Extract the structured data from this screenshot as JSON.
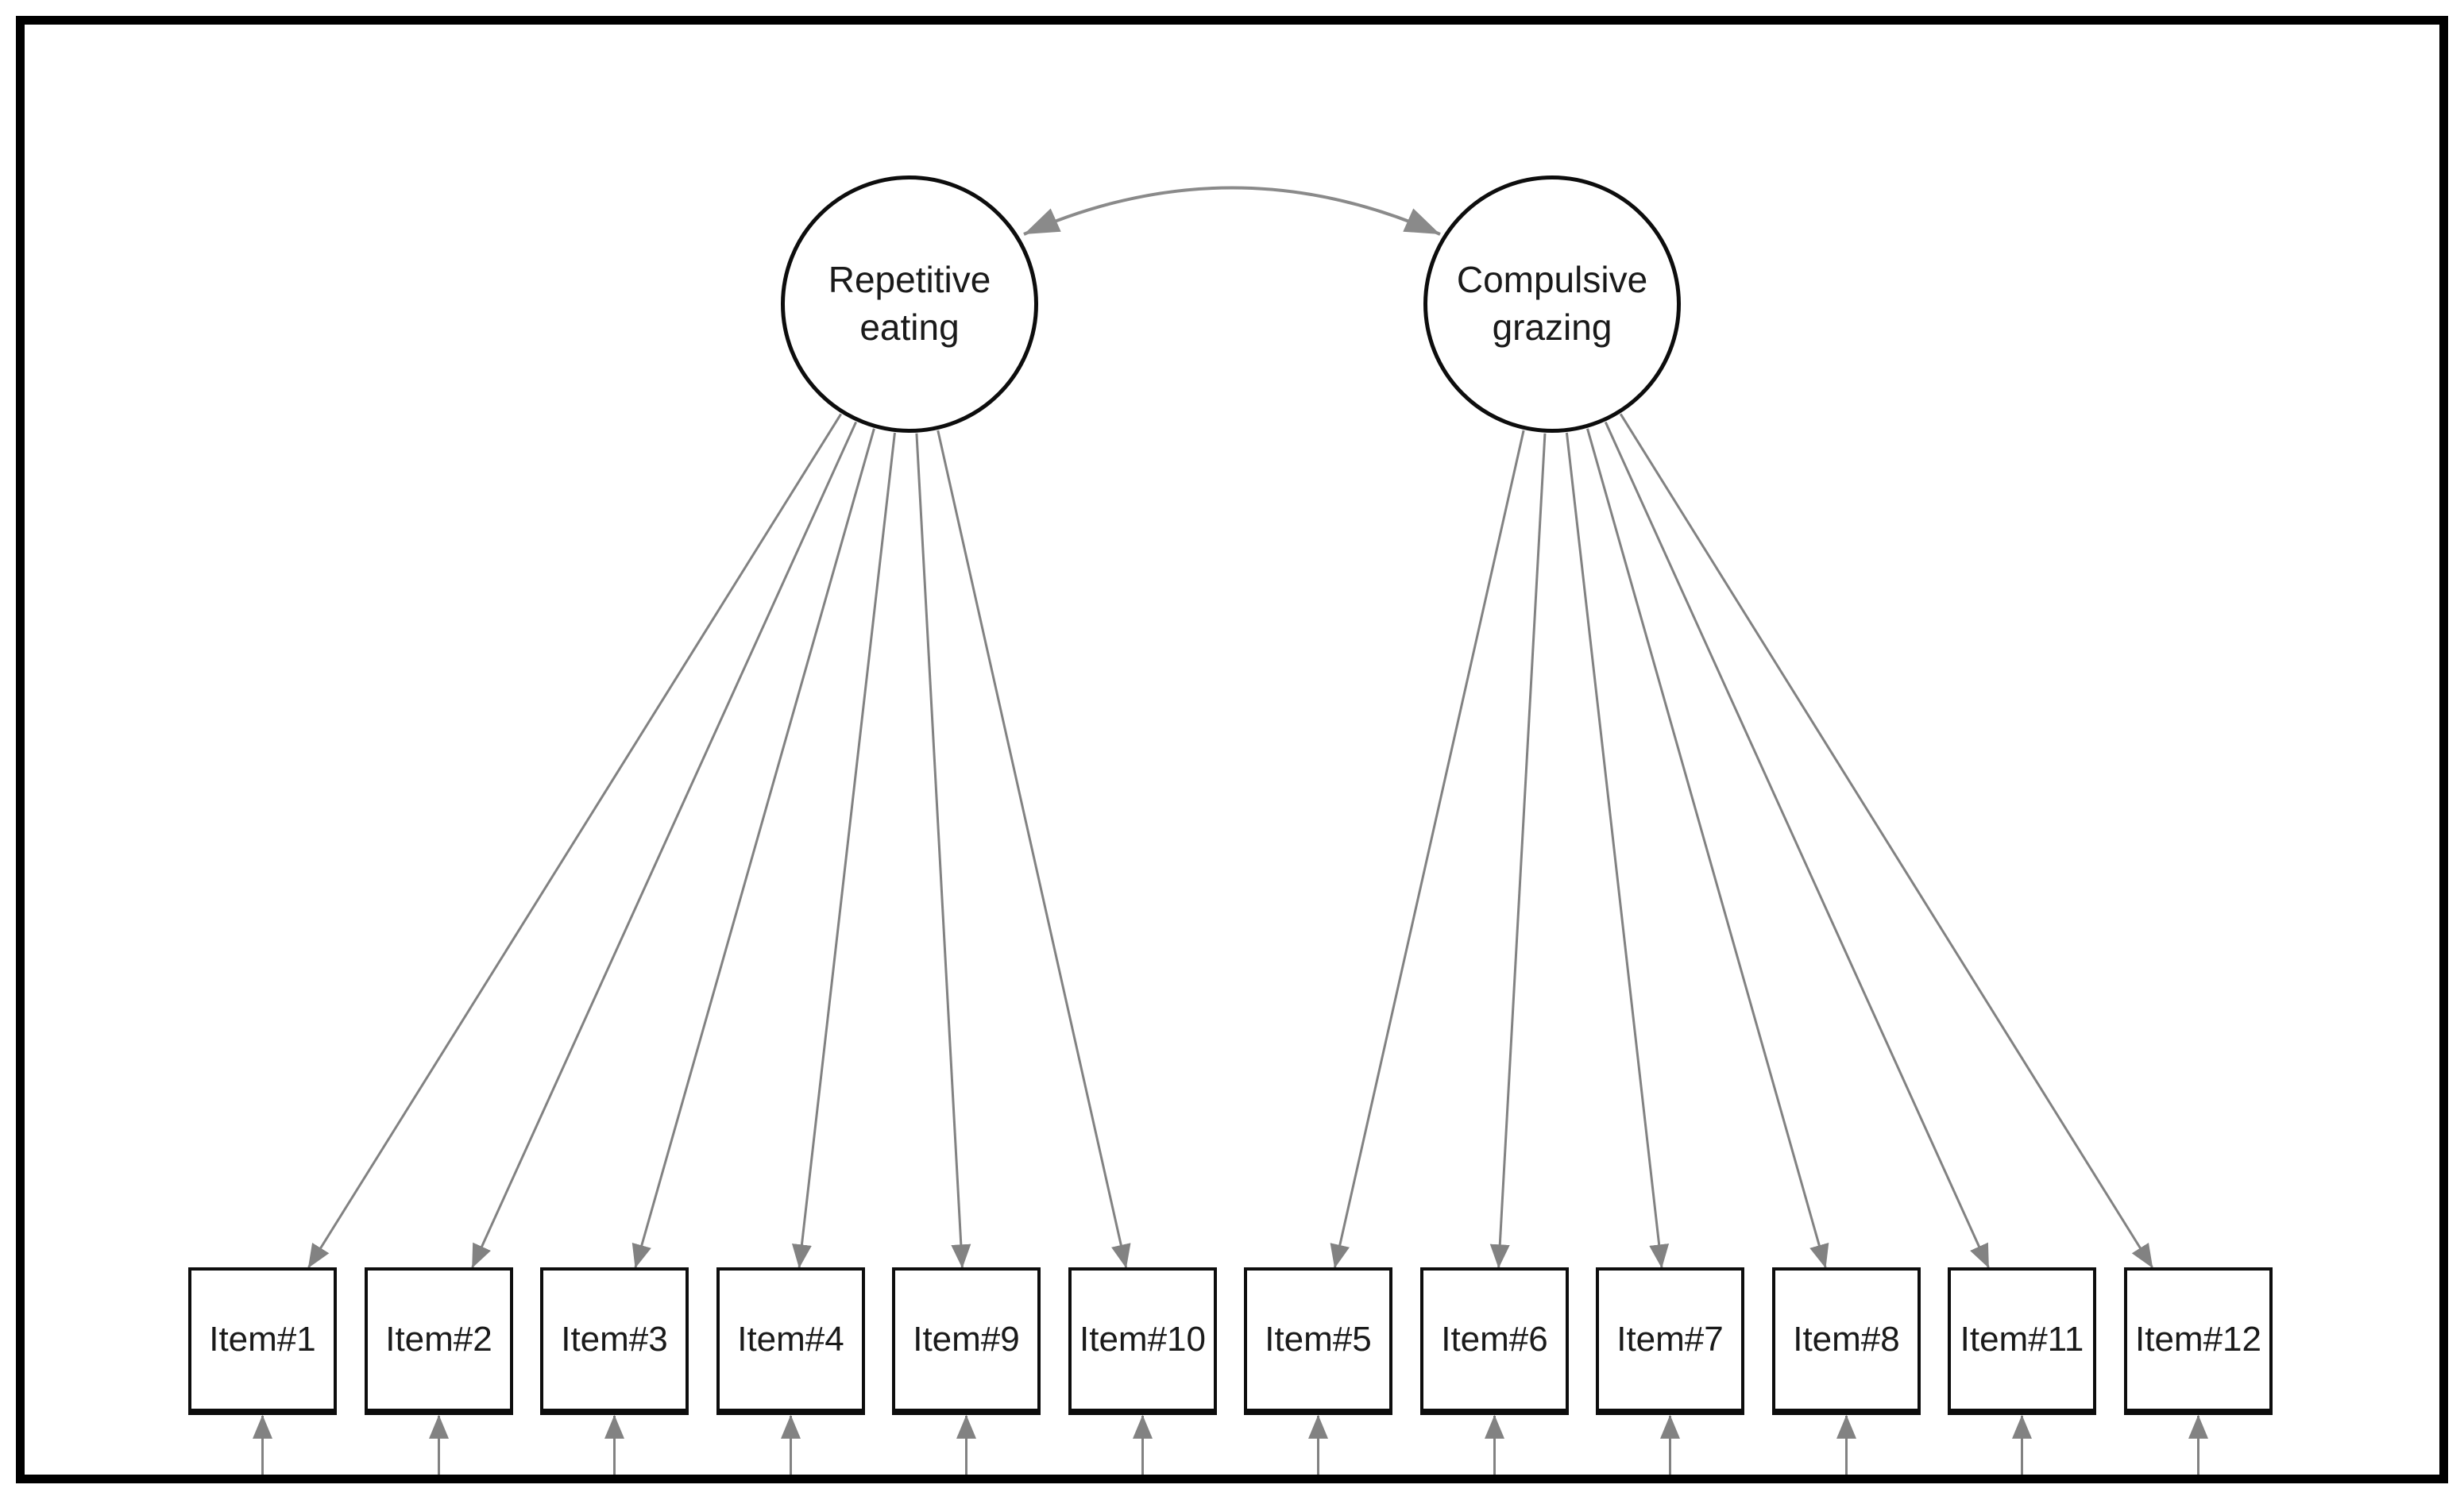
{
  "diagram": {
    "latents": [
      {
        "id": "repetitive-eating",
        "label": "Repetitive\neating"
      },
      {
        "id": "compulsive-grazing",
        "label": "Compulsive\ngrazing"
      }
    ],
    "items": [
      {
        "label": "Item#1",
        "latent": "repetitive-eating"
      },
      {
        "label": "Item#2",
        "latent": "repetitive-eating"
      },
      {
        "label": "Item#3",
        "latent": "repetitive-eating"
      },
      {
        "label": "Item#4",
        "latent": "repetitive-eating"
      },
      {
        "label": "Item#9",
        "latent": "repetitive-eating"
      },
      {
        "label": "Item#10",
        "latent": "repetitive-eating"
      },
      {
        "label": "Item#5",
        "latent": "compulsive-grazing"
      },
      {
        "label": "Item#6",
        "latent": "compulsive-grazing"
      },
      {
        "label": "Item#7",
        "latent": "compulsive-grazing"
      },
      {
        "label": "Item#8",
        "latent": "compulsive-grazing"
      },
      {
        "label": "Item#11",
        "latent": "compulsive-grazing"
      },
      {
        "label": "Item#12",
        "latent": "compulsive-grazing"
      }
    ],
    "colors": {
      "arrow": "#828282",
      "node_border": "#0d0d0d",
      "frame_border": "#000000",
      "background": "#ffffff"
    }
  }
}
